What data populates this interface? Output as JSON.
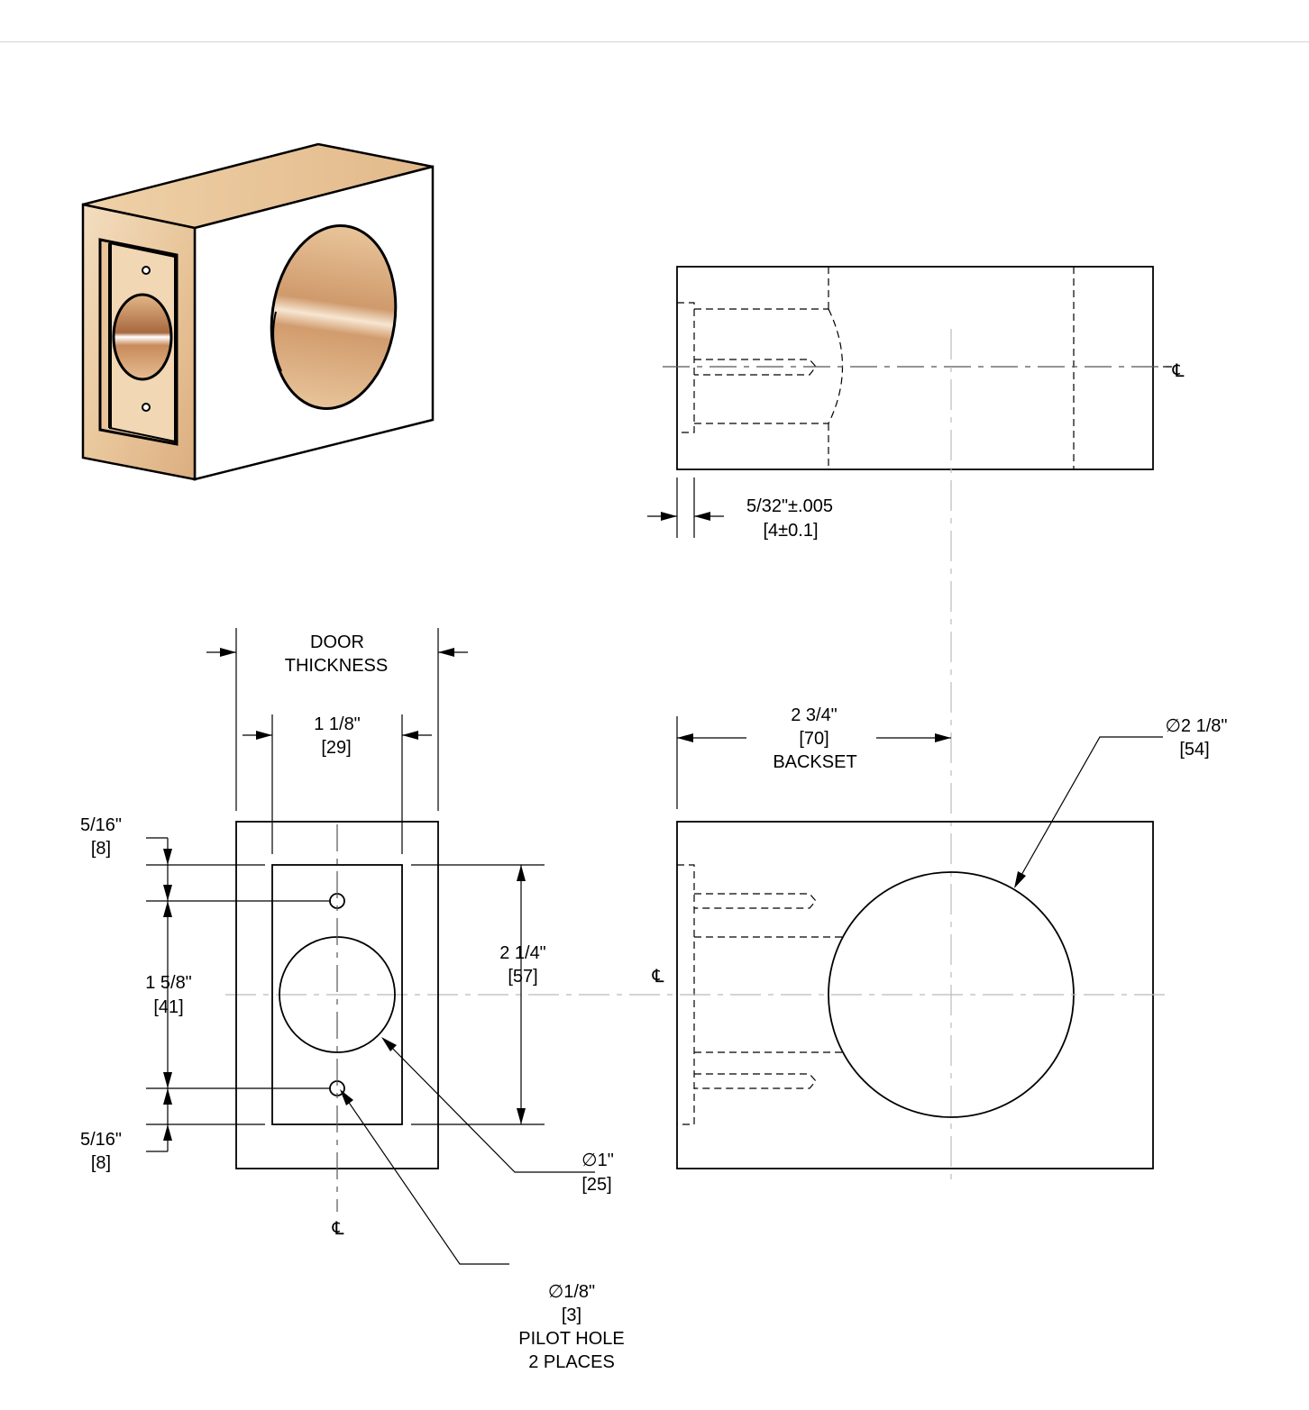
{
  "labels": {
    "door_thickness_1": "DOOR",
    "door_thickness_2": "THICKNESS",
    "plate_width_in": "1 1/8\"",
    "plate_width_mm": "[29]",
    "top_offset_in": "5/16\"",
    "top_offset_mm": "[8]",
    "hole_spacing_in": "1 5/8\"",
    "hole_spacing_mm": "[41]",
    "bottom_offset_in": "5/16\"",
    "bottom_offset_mm": "[8]",
    "plate_height_in": "2 1/4\"",
    "plate_height_mm": "[57]",
    "latch_hole_dia_in": "∅1\"",
    "latch_hole_dia_mm": "[25]",
    "pilot_dia_in": "∅1/8\"",
    "pilot_dia_mm": "[3]",
    "pilot_note_1": "PILOT HOLE",
    "pilot_note_2": "2 PLACES",
    "backset_in": "2 3/4\"",
    "backset_mm": "[70]",
    "backset_label": "BACKSET",
    "bore_dia_in": "∅2 1/8\"",
    "bore_dia_mm": "[54]",
    "mortise_depth_in": "5/32\"±.005",
    "mortise_depth_mm": "[4±0.1]",
    "centerline": "℄"
  },
  "colors": {
    "wood_light": "#f0d6b0",
    "wood_dark": "#d9a878",
    "bore_light": "#f3dcc0",
    "bore_dark": "#c78f5f",
    "line": "#000000",
    "center_line": "#bbbbbb"
  }
}
